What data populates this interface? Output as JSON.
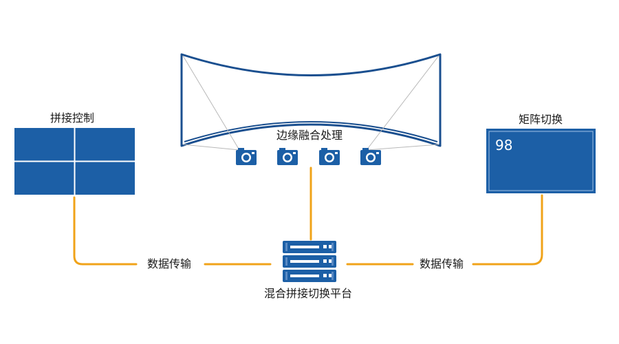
{
  "labels": {
    "splice_control": "拼接控制",
    "edge_blending": "边缘融合处理",
    "matrix_switch": "矩阵切换",
    "platform": "混合拼接切换平台",
    "data_left": "数据传输",
    "data_right": "数据传输"
  },
  "matrix_screen_value": "98",
  "colors": {
    "screen_blue": "#1c5fa6",
    "dark_blue": "#1a4f8f",
    "line_orange": "#f0a319",
    "text": "#1a1a1a"
  },
  "icons": [
    "camera-icon",
    "server-rack-icon"
  ]
}
